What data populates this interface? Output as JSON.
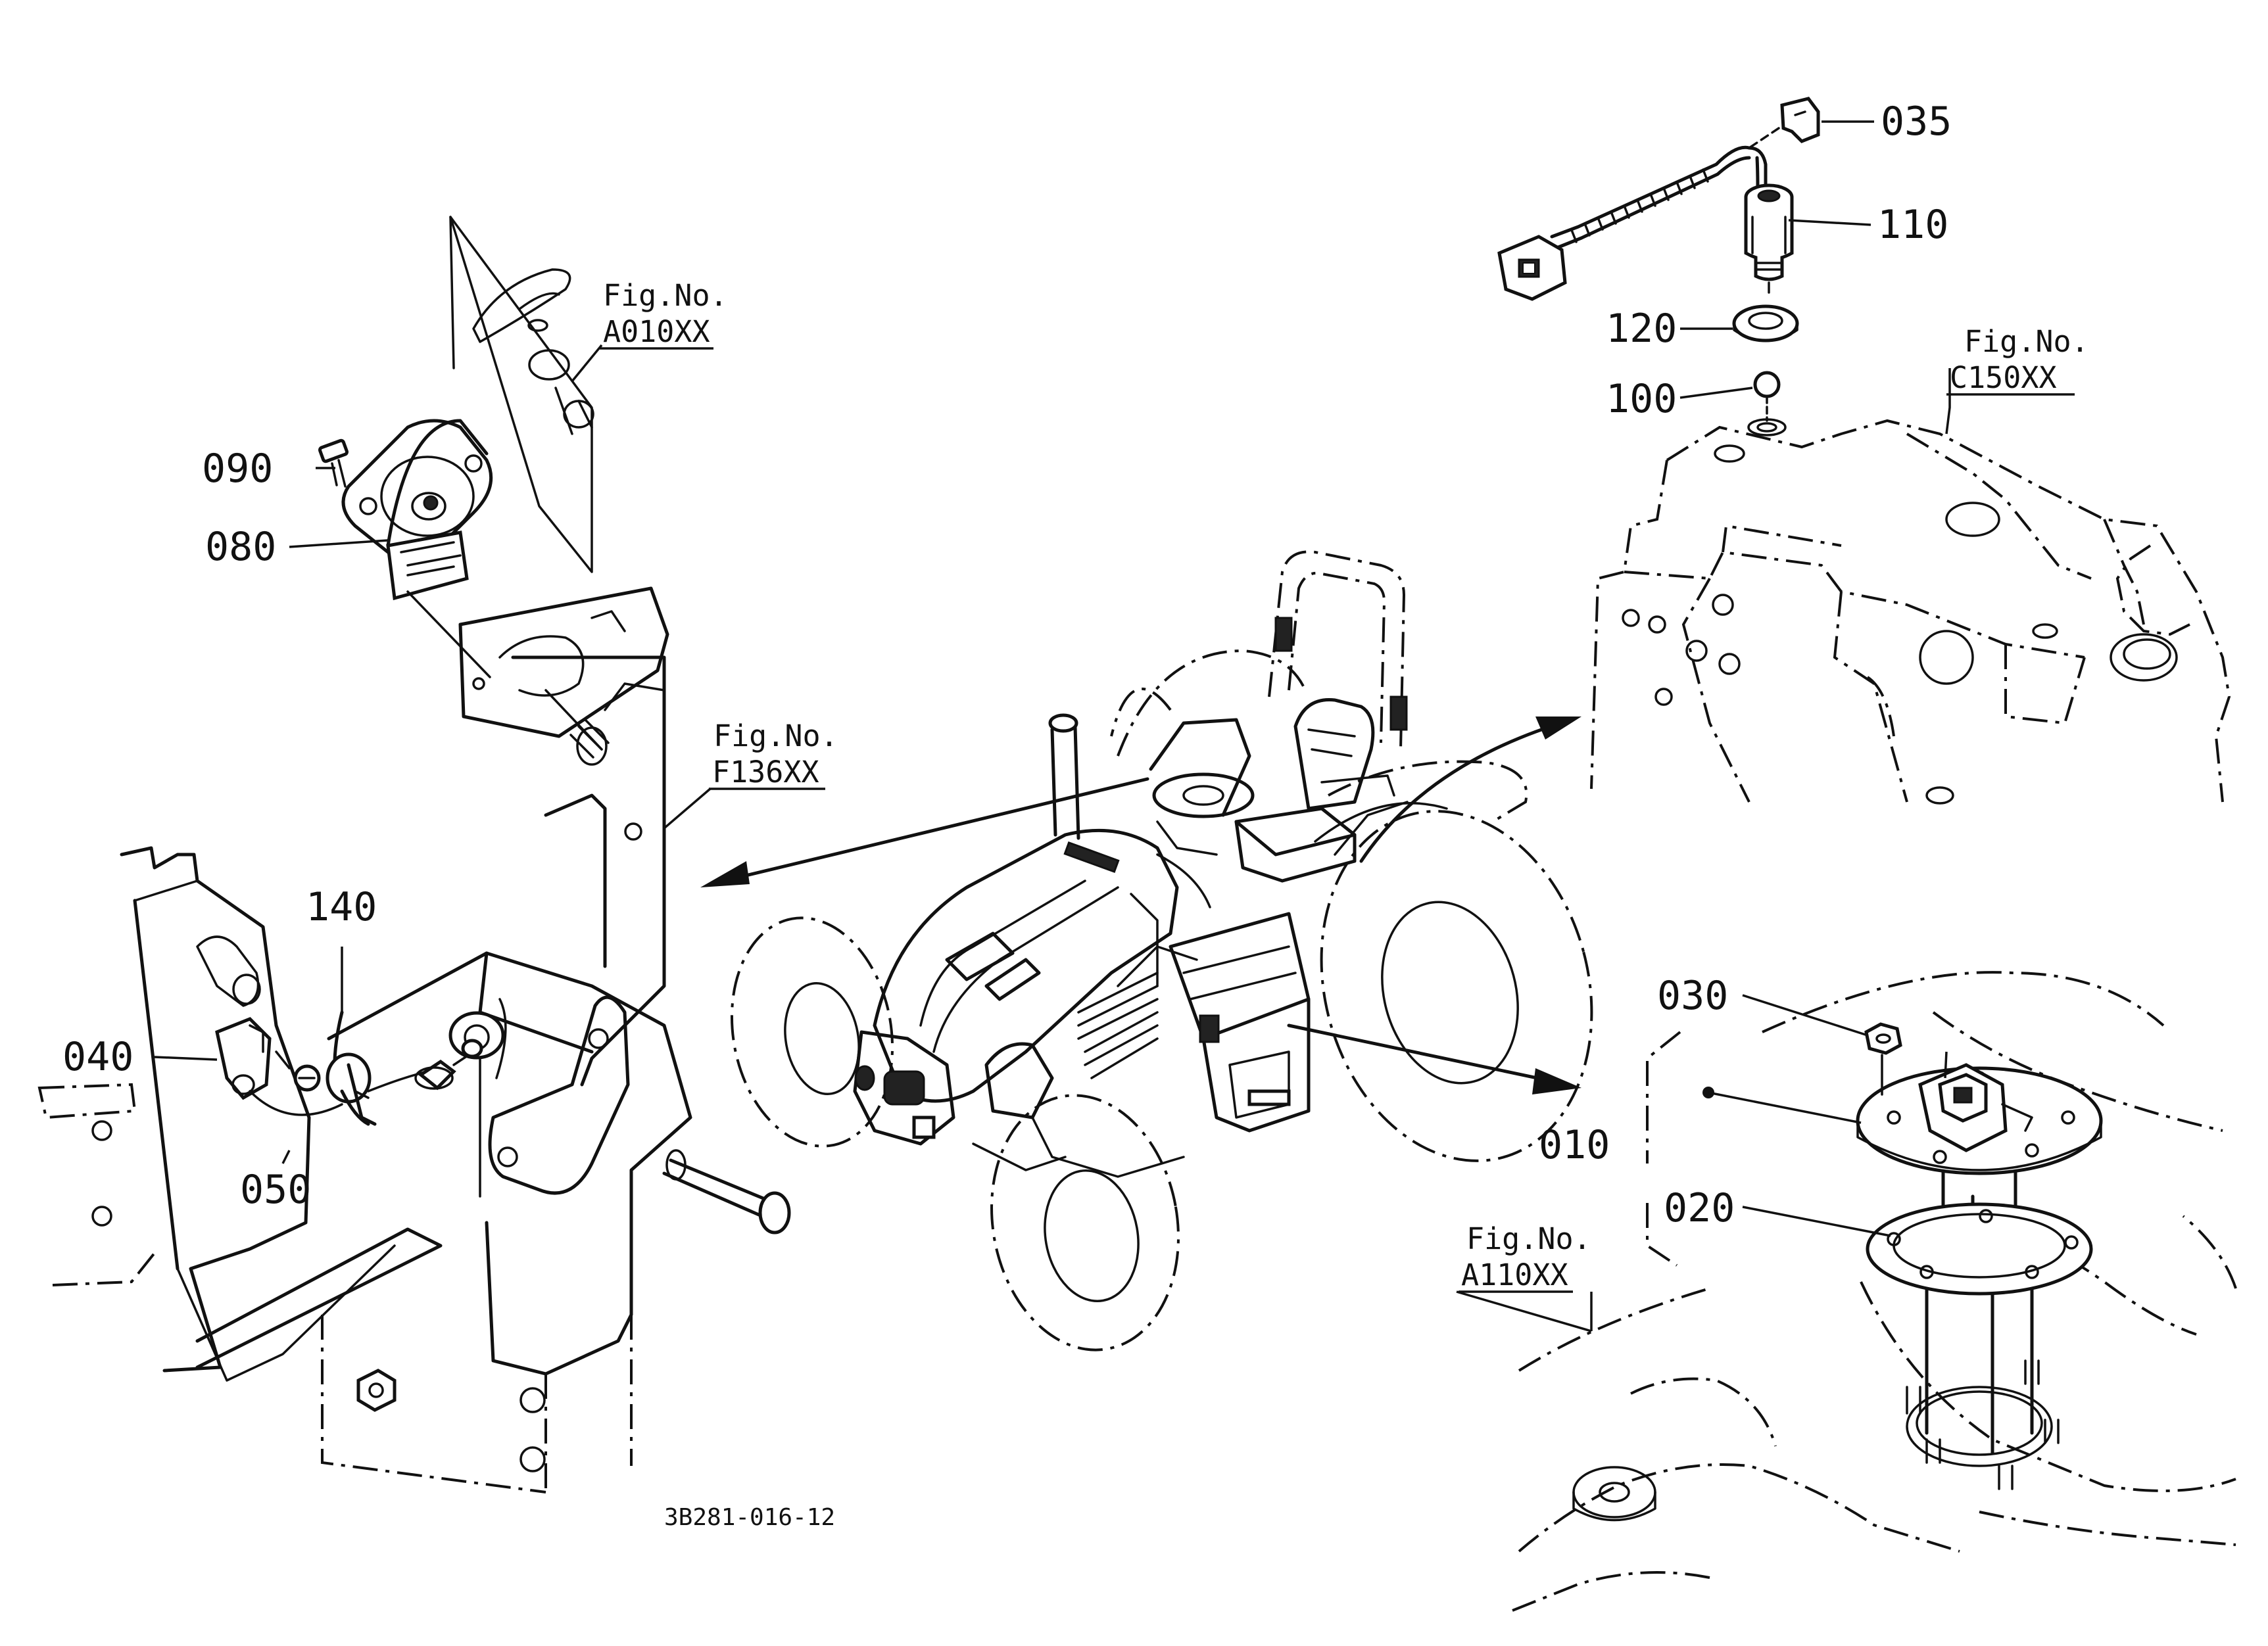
{
  "parts": [
    {
      "id": "part-035",
      "number": "035"
    },
    {
      "id": "part-110",
      "number": "110"
    },
    {
      "id": "part-120",
      "number": "120"
    },
    {
      "id": "part-100",
      "number": "100"
    },
    {
      "id": "part-090",
      "number": "090"
    },
    {
      "id": "part-080",
      "number": "080"
    },
    {
      "id": "part-140",
      "number": "140"
    },
    {
      "id": "part-040",
      "number": "040"
    },
    {
      "id": "part-050",
      "number": "050"
    },
    {
      "id": "part-030",
      "number": "030"
    },
    {
      "id": "part-010",
      "number": "010"
    },
    {
      "id": "part-020",
      "number": "020"
    }
  ],
  "figure_refs": [
    {
      "label": "Fig.No.",
      "code": "A010XX"
    },
    {
      "label": "Fig.No.",
      "code": "F136XX"
    },
    {
      "label": "Fig.No.",
      "code": "C150XX"
    },
    {
      "label": "Fig.No.",
      "code": "A110XX"
    }
  ],
  "drawing_code": "3B281-016-12"
}
